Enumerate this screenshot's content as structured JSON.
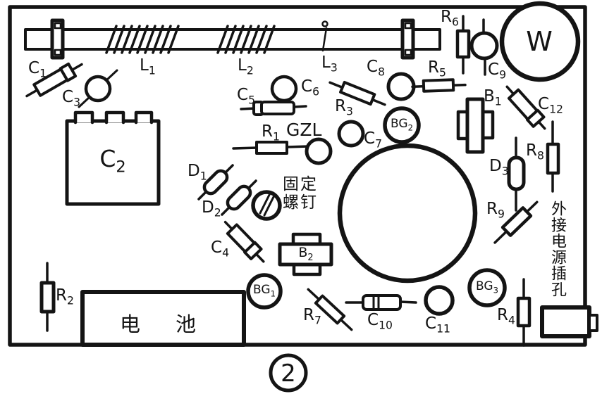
{
  "figure": {
    "number": "2"
  },
  "annotations": {
    "screw_line1": "固定",
    "screw_line2": "螺钉",
    "battery": "电池",
    "external_power_jack": "外接电源插孔"
  },
  "colors": {
    "ink": "#141414",
    "paper": "#ffffff"
  },
  "components": {
    "C1": {
      "base": "C",
      "sub": "1"
    },
    "C2": {
      "base": "C",
      "sub": "2"
    },
    "C3": {
      "base": "C",
      "sub": "3"
    },
    "C4": {
      "base": "C",
      "sub": "4"
    },
    "C5": {
      "base": "C",
      "sub": "5"
    },
    "C6": {
      "base": "C",
      "sub": "6"
    },
    "C7": {
      "base": "C",
      "sub": "7"
    },
    "C8": {
      "base": "C",
      "sub": "8"
    },
    "C9": {
      "base": "C",
      "sub": "9"
    },
    "C10": {
      "base": "C",
      "sub": "10"
    },
    "C11": {
      "base": "C",
      "sub": "11"
    },
    "C12": {
      "base": "C",
      "sub": "12"
    },
    "R1": {
      "base": "R",
      "sub": "1"
    },
    "R2": {
      "base": "R",
      "sub": "2"
    },
    "R3": {
      "base": "R",
      "sub": "3"
    },
    "R4": {
      "base": "R",
      "sub": "4"
    },
    "R5": {
      "base": "R",
      "sub": "5"
    },
    "R6": {
      "base": "R",
      "sub": "6"
    },
    "R7": {
      "base": "R",
      "sub": "7"
    },
    "R8": {
      "base": "R",
      "sub": "8"
    },
    "R9": {
      "base": "R",
      "sub": "9"
    },
    "L1": {
      "base": "L",
      "sub": "1"
    },
    "L2": {
      "base": "L",
      "sub": "2"
    },
    "L3": {
      "base": "L",
      "sub": "3"
    },
    "D1": {
      "base": "D",
      "sub": "1"
    },
    "D2": {
      "base": "D",
      "sub": "2"
    },
    "D3": {
      "base": "D",
      "sub": "3"
    },
    "B1": {
      "base": "B",
      "sub": "1"
    },
    "B2": {
      "base": "B",
      "sub": "2"
    },
    "BG1": {
      "base": "BG",
      "sub": "1"
    },
    "BG2": {
      "base": "BG",
      "sub": "2"
    },
    "BG3": {
      "base": "BG",
      "sub": "3"
    },
    "GZL": {
      "base": "GZL",
      "sub": ""
    },
    "W": {
      "base": "W",
      "sub": ""
    }
  }
}
